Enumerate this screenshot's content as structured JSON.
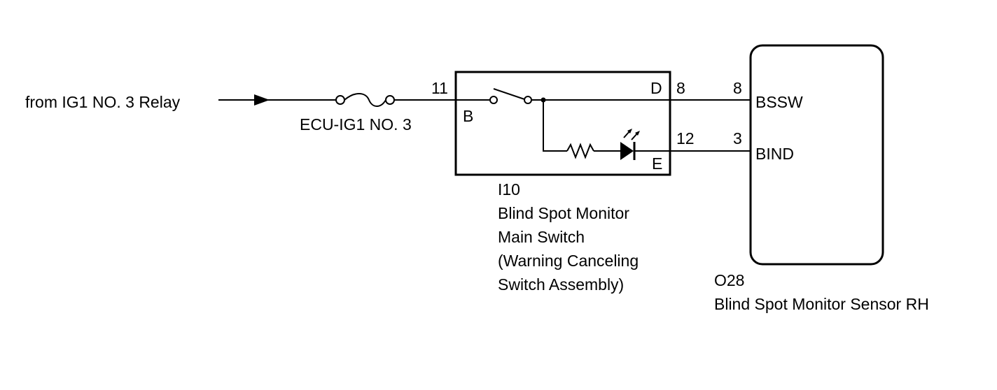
{
  "source": {
    "label": "from IG1 NO. 3 Relay"
  },
  "fuse": {
    "label": "ECU-IG1 NO. 3"
  },
  "switch": {
    "terminals": {
      "b": "B",
      "d": "D",
      "e": "E"
    },
    "pins": {
      "in": "11",
      "d": "8",
      "e": "12"
    },
    "code": "I10",
    "name_lines": [
      "Blind Spot Monitor",
      "Main Switch",
      "(Warning Canceling",
      "Switch Assembly)"
    ]
  },
  "sensor": {
    "pins": {
      "bssw": "8",
      "bind": "3"
    },
    "terminals": {
      "bssw": "BSSW",
      "bind": "BIND"
    },
    "code": "O28",
    "name": "Blind Spot Monitor Sensor RH"
  }
}
